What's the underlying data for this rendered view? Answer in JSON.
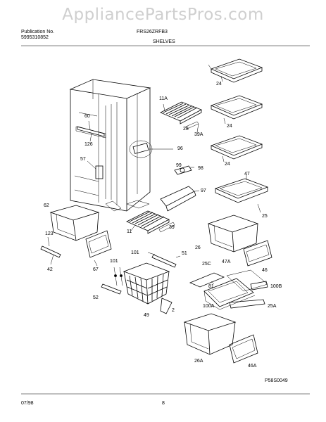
{
  "watermark": "AppliancePartsPros.com",
  "header": {
    "publication_label": "Publication No.",
    "publication_number": "5995310852",
    "model": "FRS26ZRFB3",
    "section": "SHELVES"
  },
  "footer": {
    "date": "07/98",
    "page": "8",
    "diagram_code": "P58S0049"
  },
  "callouts": {
    "c24a": "24",
    "c24b": "24",
    "c24c": "24",
    "c11A": "11A",
    "c28a": "28",
    "c39A": "39A",
    "c60": "60",
    "c126": "126",
    "c57": "57",
    "c96": "96",
    "c99": "99",
    "c98": "98",
    "c97": "97",
    "c47": "47",
    "c25": "25",
    "c62": "62",
    "c123": "123",
    "c42": "42",
    "c67": "67",
    "c11": "11",
    "c39": "39",
    "c26": "26",
    "c101a": "101",
    "c51": "51",
    "c101b": "101",
    "c52": "52",
    "c49": "49",
    "c2": "2",
    "c46": "46",
    "c25C": "25C",
    "c47A": "47A",
    "c81": "81",
    "c100B": "100B",
    "c100A": "100A",
    "c25A": "25A",
    "c26A": "26A",
    "c46A": "46A"
  }
}
